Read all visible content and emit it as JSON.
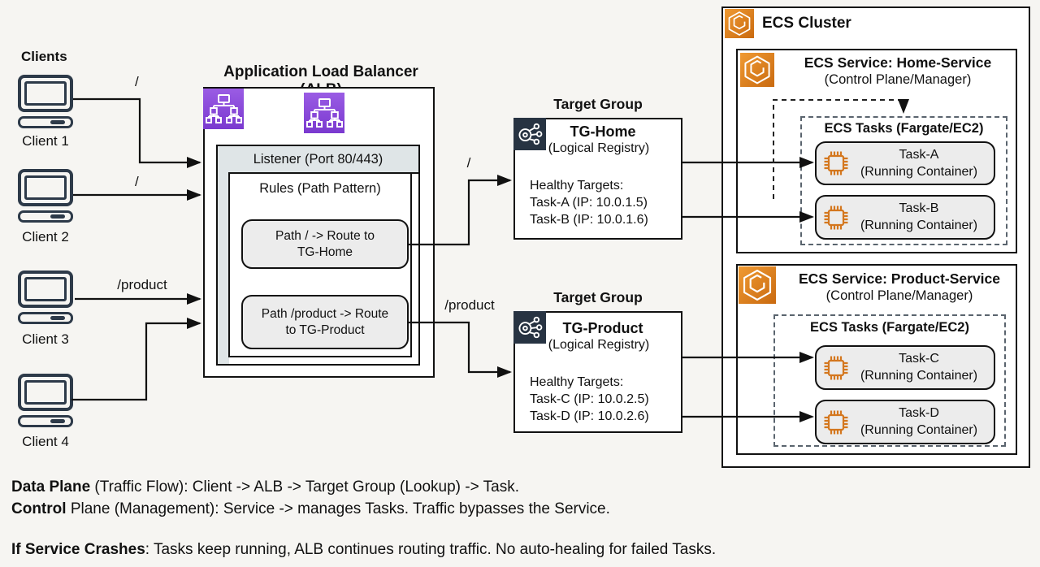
{
  "clients": {
    "title": "Clients",
    "items": [
      {
        "label": "Client 1",
        "path": "/"
      },
      {
        "label": "Client 2",
        "path": "/"
      },
      {
        "label": "Client 3",
        "path": "/product"
      },
      {
        "label": "Client 4",
        "path": ""
      }
    ]
  },
  "alb": {
    "title": "Application Load Balancer (ALB)",
    "listener_label": "Listener (Port 80/443)",
    "rules_label": "Rules (Path Pattern)",
    "rules": [
      {
        "line1": "Path / -> Route to",
        "line2": "TG-Home"
      },
      {
        "line1": "Path /product -> Route",
        "line2": "to TG-Product"
      }
    ],
    "out_labels": [
      "/",
      "/product"
    ]
  },
  "target_groups": [
    {
      "title": "Target Group",
      "name": "TG-Home",
      "subtitle": "(Logical Registry)",
      "health_label": "Healthy Targets:",
      "targets": [
        "Task-A (IP: 10.0.1.5)",
        "Task-B (IP: 10.0.1.6)"
      ]
    },
    {
      "title": "Target Group",
      "name": "TG-Product",
      "subtitle": "(Logical Registry)",
      "health_label": "Healthy Targets:",
      "targets": [
        "Task-C (IP: 10.0.2.5)",
        "Task-D (IP: 10.0.2.6)"
      ]
    }
  ],
  "ecs_cluster": {
    "title": "ECS Cluster",
    "services": [
      {
        "title": "ECS Service: Home-Service",
        "subtitle": "(Control Plane/Manager)",
        "tasks_title": "ECS Tasks (Fargate/EC2)",
        "tasks": [
          {
            "name": "Task-A",
            "desc": "(Running Container)"
          },
          {
            "name": "Task-B",
            "desc": "(Running Container)"
          }
        ]
      },
      {
        "title": "ECS Service: Product-Service",
        "subtitle": "(Control Plane/Manager)",
        "tasks_title": "ECS Tasks (Fargate/EC2)",
        "tasks": [
          {
            "name": "Task-C",
            "desc": "(Running Container)"
          },
          {
            "name": "Task-D",
            "desc": "(Running Container)"
          }
        ]
      }
    ]
  },
  "notes": {
    "line1_bold": "Data Plane",
    "line1_rest": " (Traffic Flow): Client -> ALB -> Target Group (Lookup) -> Task.",
    "line2_bold": "Control",
    "line2_rest": " Plane (Management): Service -> manages Tasks. Traffic bypasses the Service.",
    "line3_bold": "If Service Crashes",
    "line3_rest": ": Tasks keep running, ALB continues routing traffic. No auto-healing for failed Tasks."
  },
  "icons": {
    "client": "desktop-computer-icon",
    "alb": "load-balancer-tree-icon",
    "target_group": "target-group-nodes-icon",
    "ecs": "ecs-hexagon-icon",
    "task": "microchip-icon"
  },
  "colors": {
    "alb_icon_purple": "#8a4cd8",
    "ecs_icon_orange": "#e2821c",
    "target_group_navy": "#273342",
    "chip_outline_orange": "#d4771e",
    "line_black": "#111111",
    "panel_gray": "#dfe5e7",
    "chip_gray": "#ececec",
    "background": "#f6f5f2"
  }
}
